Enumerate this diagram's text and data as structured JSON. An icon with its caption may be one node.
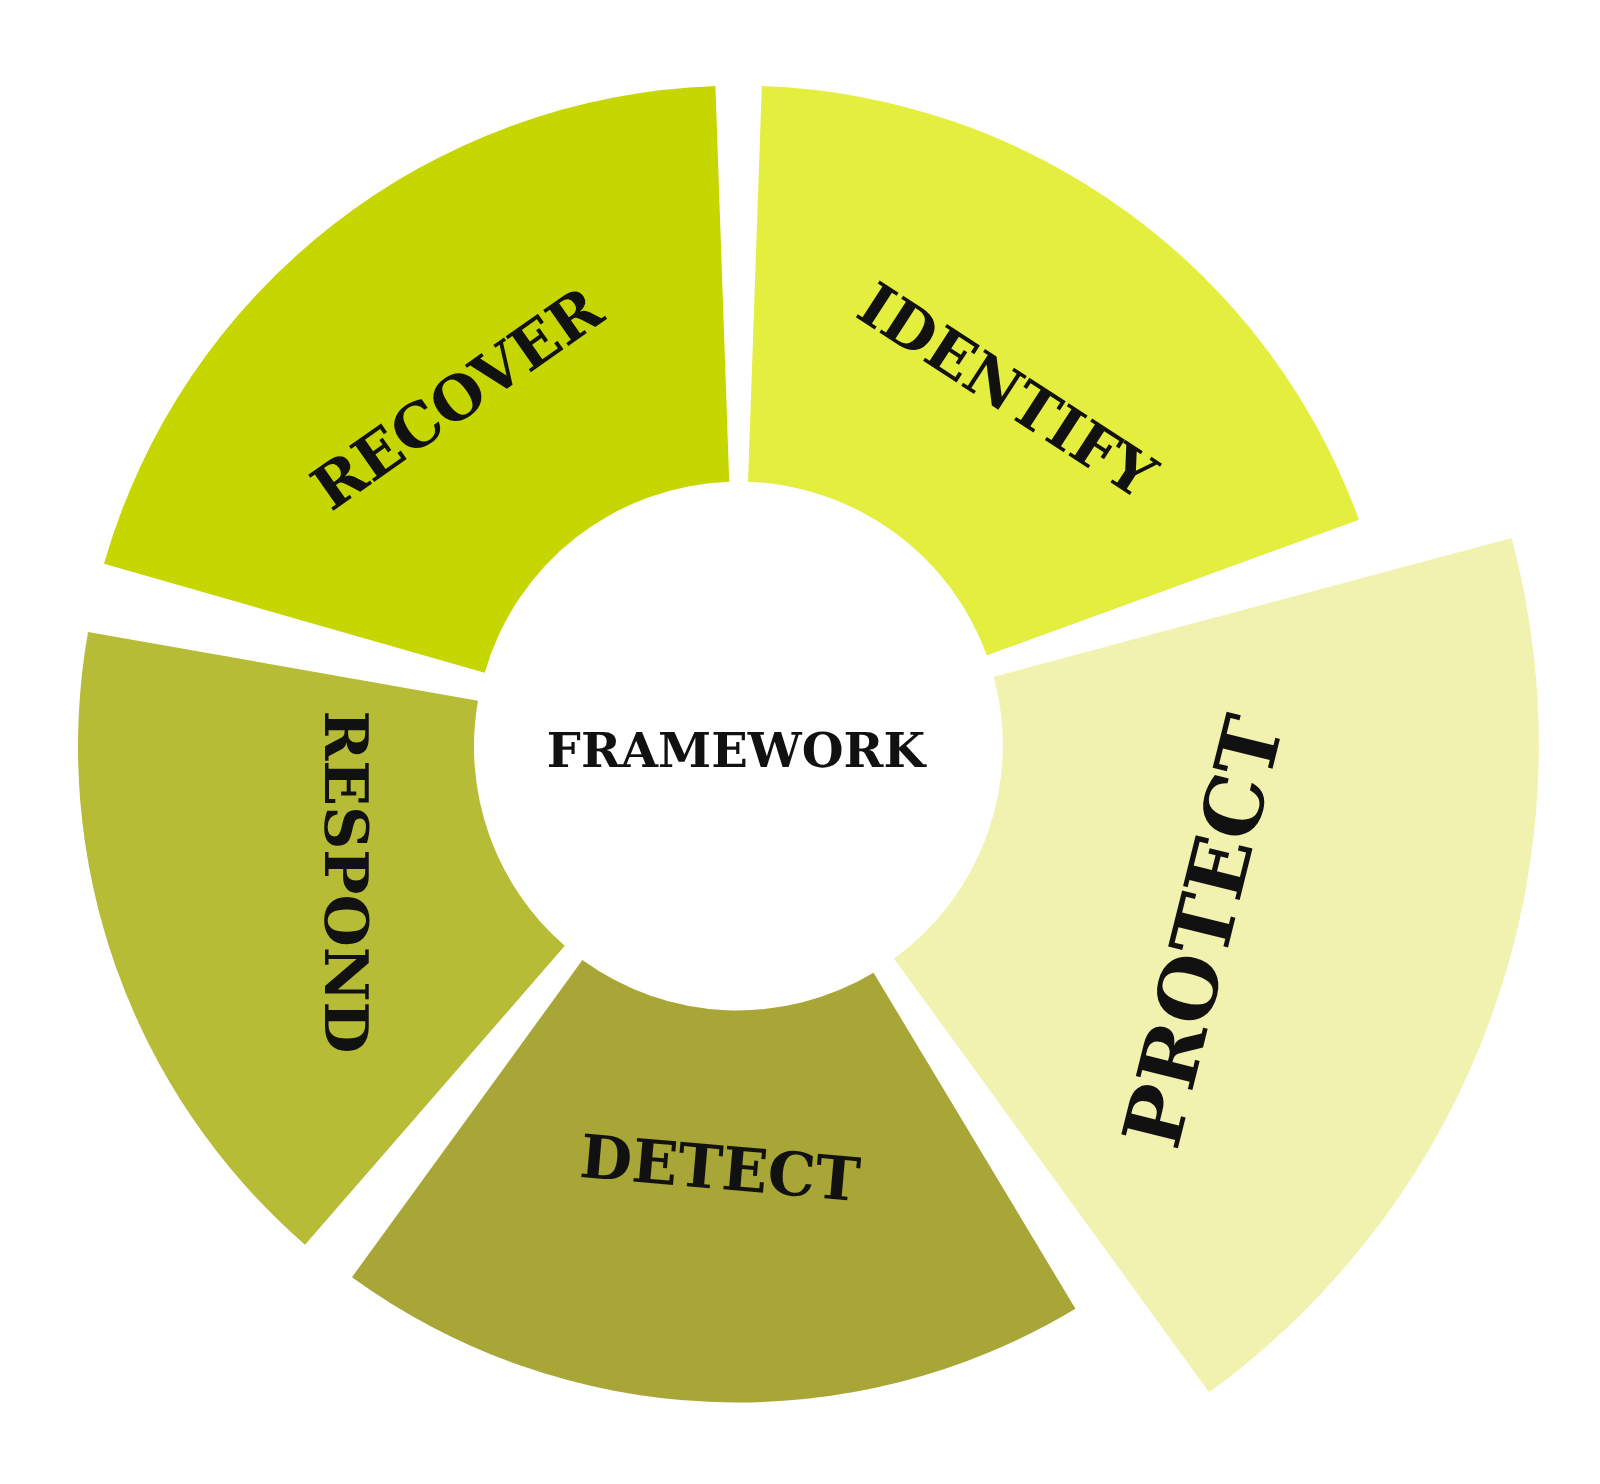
{
  "diagram": {
    "nodes": [
      {
        "text": [
          "FRAMEWORK"
        ]
      },
      {
        "text": [
          "IDENTIFY"
        ]
      },
      {
        "text": [
          "PROTECT"
        ]
      },
      {
        "text": [
          "DETECT"
        ]
      },
      {
        "text": [
          "RESPOND"
        ]
      },
      {
        "text": [
          "RECOVER"
        ]
      }
    ]
  }
}
